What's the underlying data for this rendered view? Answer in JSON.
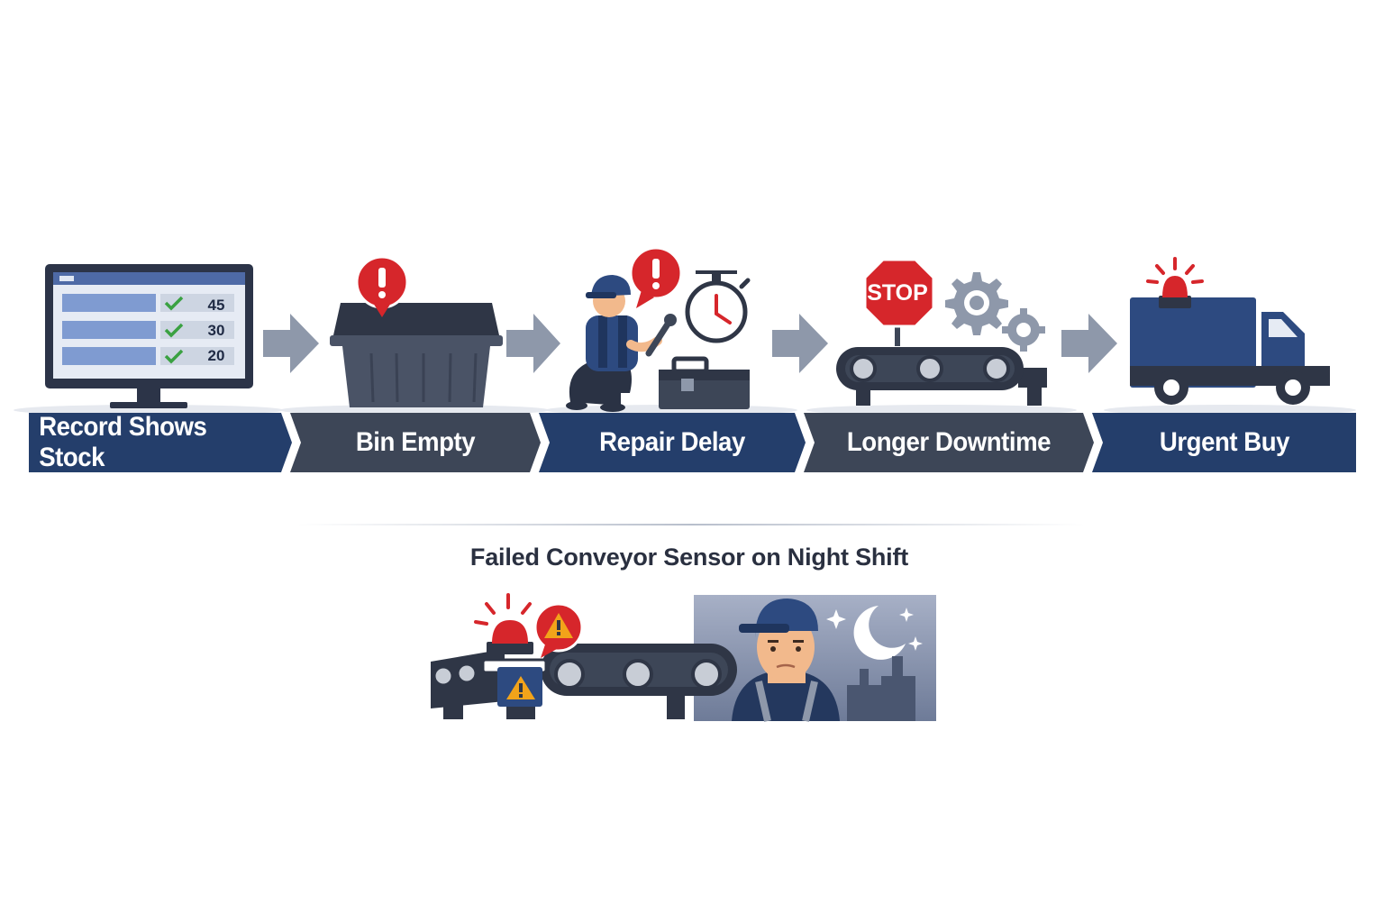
{
  "steps": [
    {
      "label": "Record Shows Stock"
    },
    {
      "label": "Bin Empty"
    },
    {
      "label": "Repair Delay"
    },
    {
      "label": "Longer Downtime"
    },
    {
      "label": "Urgent Buy"
    }
  ],
  "monitor_rows": [
    "45",
    "30",
    "20"
  ],
  "stop_sign": "STOP",
  "caption": "Failed Conveyor Sensor on Night Shift",
  "colors": {
    "navy": "#243e6b",
    "slate": "#3d4657",
    "alert_red": "#d6262b",
    "arrow_gray": "#8e98aa",
    "light_blue": "#7f9bd1"
  }
}
